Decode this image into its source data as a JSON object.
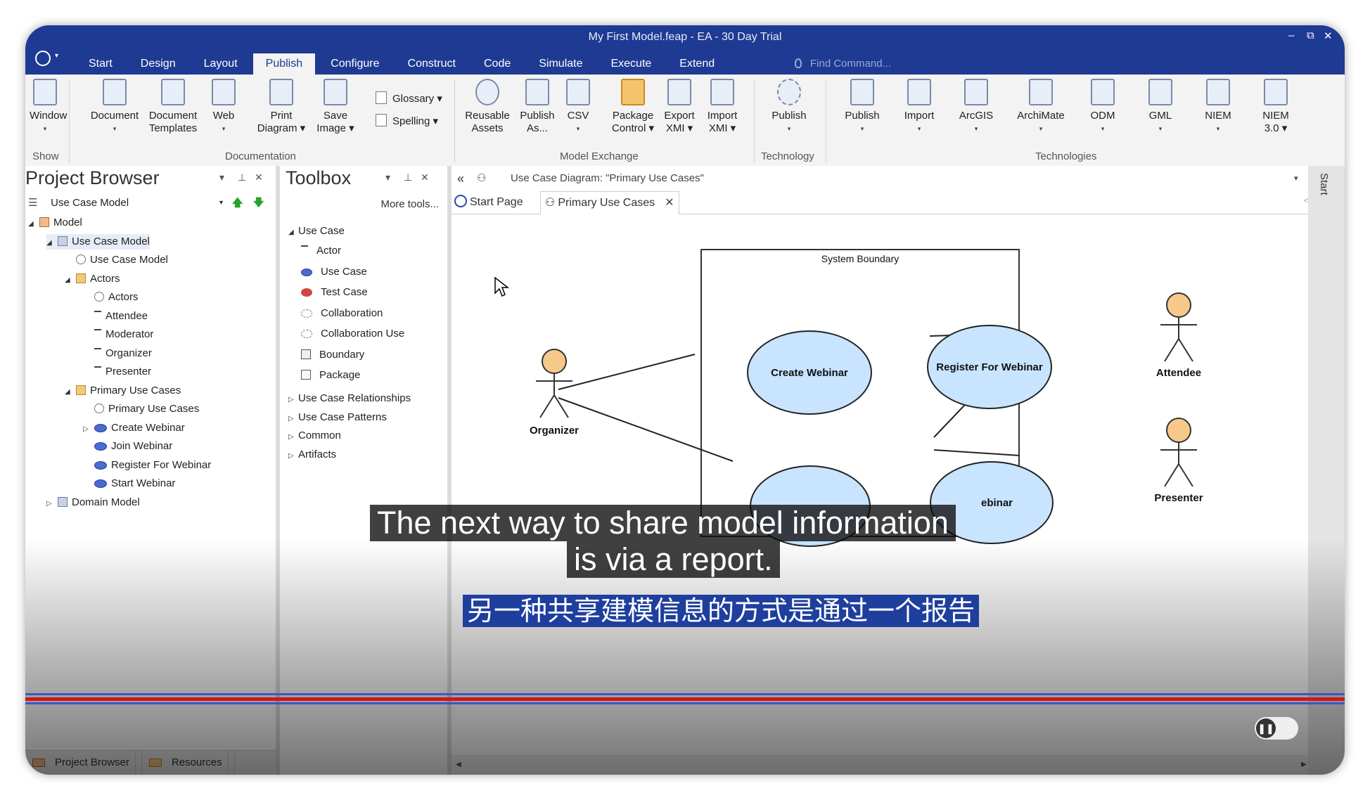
{
  "window": {
    "title": "My First Model.feap - EA - 30 Day Trial",
    "controls": [
      "–",
      "⧉",
      "✕"
    ]
  },
  "menu_tabs": [
    "Start",
    "Design",
    "Layout",
    "Publish",
    "Configure",
    "Construct",
    "Code",
    "Simulate",
    "Execute",
    "Extend"
  ],
  "active_tab": "Publish",
  "find_command": {
    "placeholder": "Find Command..."
  },
  "ribbon": {
    "show": {
      "window": "Window",
      "group": "Show"
    },
    "documentation": {
      "document": "Document",
      "document_templates": [
        "Document",
        "Templates"
      ],
      "web": "Web",
      "print_diagram": [
        "Print",
        "Diagram ▾"
      ],
      "save_image": [
        "Save",
        "Image ▾"
      ],
      "glossary": "Glossary ▾",
      "spelling": "Spelling ▾",
      "group": "Documentation"
    },
    "model_exchange": {
      "reusable_assets": [
        "Reusable",
        "Assets"
      ],
      "publish_as": [
        "Publish",
        "As..."
      ],
      "csv": "CSV",
      "package_control": [
        "Package",
        "Control ▾"
      ],
      "export_xmi": [
        "Export",
        "XMI ▾"
      ],
      "import_xmi": [
        "Import",
        "XMI ▾"
      ],
      "group": "Model Exchange"
    },
    "technology": {
      "publish": "Publish",
      "group": "Technology"
    },
    "technologies": {
      "publish": "Publish",
      "import": "Import",
      "arcgis": "ArcGIS",
      "archimate": "ArchiMate",
      "odm": "ODM",
      "gml": "GML",
      "niem": "NIEM",
      "niem3": [
        "NIEM",
        "3.0 ▾"
      ],
      "group": "Technologies"
    }
  },
  "project_browser": {
    "title": "Project Browser",
    "selector": "Use Case Model",
    "items": [
      {
        "label": "Model",
        "level": 0,
        "toggle": "◢",
        "icon": "pkgm"
      },
      {
        "label": "Use Case Model",
        "level": 1,
        "toggle": "◢",
        "icon": "model"
      },
      {
        "label": "Use Case Model",
        "level": 2,
        "toggle": "",
        "icon": "diag"
      },
      {
        "label": "Actors",
        "level": 2,
        "toggle": "◢",
        "icon": "folder"
      },
      {
        "label": "Actors",
        "level": 3,
        "toggle": "",
        "icon": "diag"
      },
      {
        "label": "Attendee",
        "level": 3,
        "toggle": "",
        "icon": "actor"
      },
      {
        "label": "Moderator",
        "level": 3,
        "toggle": "",
        "icon": "actor"
      },
      {
        "label": "Organizer",
        "level": 3,
        "toggle": "",
        "icon": "actor"
      },
      {
        "label": "Presenter",
        "level": 3,
        "toggle": "",
        "icon": "actor"
      },
      {
        "label": "Primary Use Cases",
        "level": 2,
        "toggle": "◢",
        "icon": "folder"
      },
      {
        "label": "Primary Use Cases",
        "level": 3,
        "toggle": "",
        "icon": "diag"
      },
      {
        "label": "Create Webinar",
        "level": 3,
        "toggle": "▷",
        "icon": "uc"
      },
      {
        "label": "Join Webinar",
        "level": 3,
        "toggle": "",
        "icon": "uc"
      },
      {
        "label": "Register For Webinar",
        "level": 3,
        "toggle": "",
        "icon": "uc"
      },
      {
        "label": "Start Webinar",
        "level": 3,
        "toggle": "",
        "icon": "uc"
      },
      {
        "label": "Domain Model",
        "level": 1,
        "toggle": "▷",
        "icon": "model"
      }
    ],
    "footer_tabs": [
      "Project Browser",
      "Resources"
    ]
  },
  "toolbox": {
    "title": "Toolbox",
    "more_tools": "More tools...",
    "open_section": "Use Case",
    "items": [
      {
        "label": "Actor",
        "icon": "actor"
      },
      {
        "label": "Use Case",
        "icon": "uc"
      },
      {
        "label": "Test Case",
        "icon": "tc"
      },
      {
        "label": "Collaboration",
        "icon": "collab"
      },
      {
        "label": "Collaboration Use",
        "icon": "collab"
      },
      {
        "label": "Boundary",
        "icon": "bound"
      },
      {
        "label": "Package",
        "icon": "pkg"
      }
    ],
    "collapsed_sections": [
      "Use Case Relationships",
      "Use Case Patterns",
      "Common",
      "Artifacts"
    ]
  },
  "diagram": {
    "header": "Use Case Diagram: \"Primary Use Cases\"",
    "tabs": [
      "Start Page",
      "Primary Use Cases"
    ],
    "boundary_title": "System Boundary",
    "use_cases": [
      "Create Webinar",
      "Register For Webinar",
      "",
      "ebinar"
    ],
    "actors": [
      "Organizer",
      "Attendee",
      "Presenter"
    ],
    "right_strip": "Start"
  },
  "video": {
    "subtitle_line1": "The next way to share model information",
    "subtitle_line2": "is via a report.",
    "subtitle_cn": "另一种共享建模信息的方式是通过一个报告",
    "pause_icon": "pause-icon"
  }
}
